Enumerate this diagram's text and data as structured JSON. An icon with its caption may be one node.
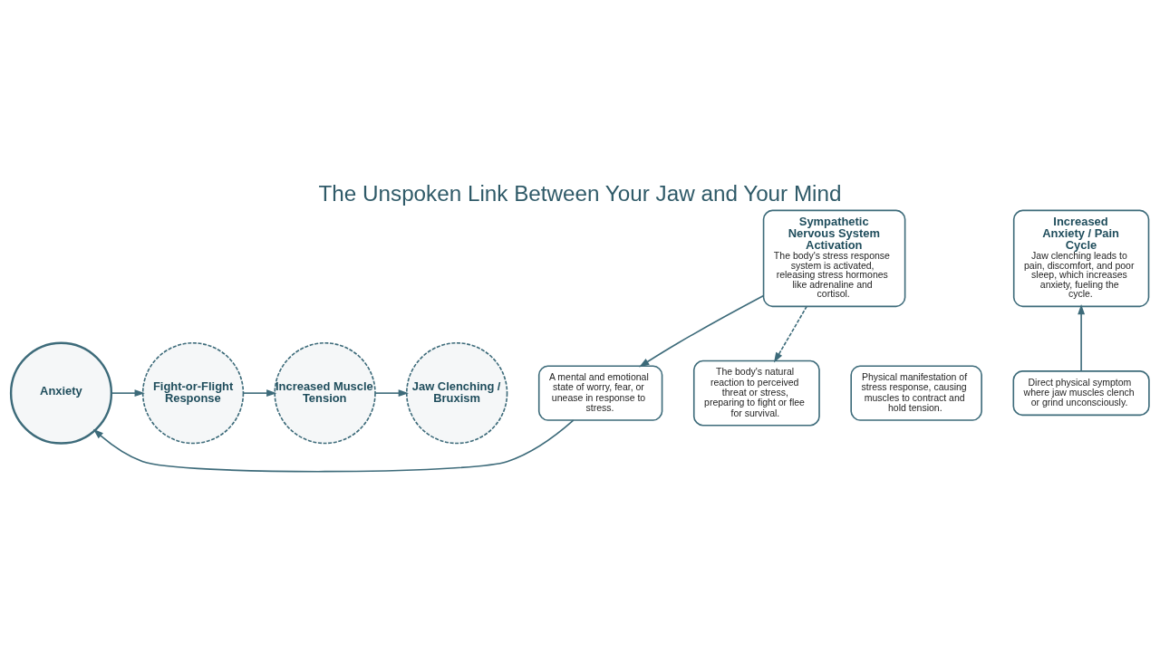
{
  "diagram": {
    "title": "The Unspoken Link Between Your Jaw and Your Mind",
    "nodes": [
      {
        "text": [
          "Anxiety"
        ]
      },
      {
        "text": [
          "A mental and emotional state of worry, fear, or unease in response to stress."
        ]
      },
      {
        "text": [
          "Fight-or-Flight Response"
        ]
      },
      {
        "text": [
          "The body's natural reaction to perceived threat or stress, preparing to fight or flee for survival."
        ]
      },
      {
        "text": [
          "Increased Muscle Tension"
        ]
      },
      {
        "text": [
          "Physical manifestation of stress response, causing muscles to contract and hold tension."
        ]
      },
      {
        "text": [
          "Jaw Clenching / Bruxism"
        ]
      },
      {
        "text": [
          "Direct physical symptom where jaw muscles clench or grind unconsciously."
        ]
      },
      {
        "text": [
          "Sympathetic Nervous System Activation",
          "The body's stress response system is activated, releasing stress hormones like adrenaline and cortisol."
        ]
      },
      {
        "text": [
          "Increased Anxiety / Pain Cycle",
          "Jaw clenching leads to pain, discomfort, and poor sleep, which increases anxiety, fueling the cycle."
        ]
      }
    ],
    "edges": [
      {
        "from": 0,
        "to": 2,
        "arrow": "to"
      },
      {
        "from": 2,
        "to": 4,
        "arrow": "to"
      },
      {
        "from": 4,
        "to": 6,
        "arrow": "to"
      },
      {
        "from": 1,
        "to": 0,
        "arrow": "to"
      },
      {
        "from": 8,
        "to": 1,
        "arrow": "to"
      },
      {
        "from": 8,
        "to": 3,
        "arrow": "to",
        "style": "dashed"
      },
      {
        "from": 7,
        "to": 9,
        "arrow": "to"
      }
    ]
  }
}
